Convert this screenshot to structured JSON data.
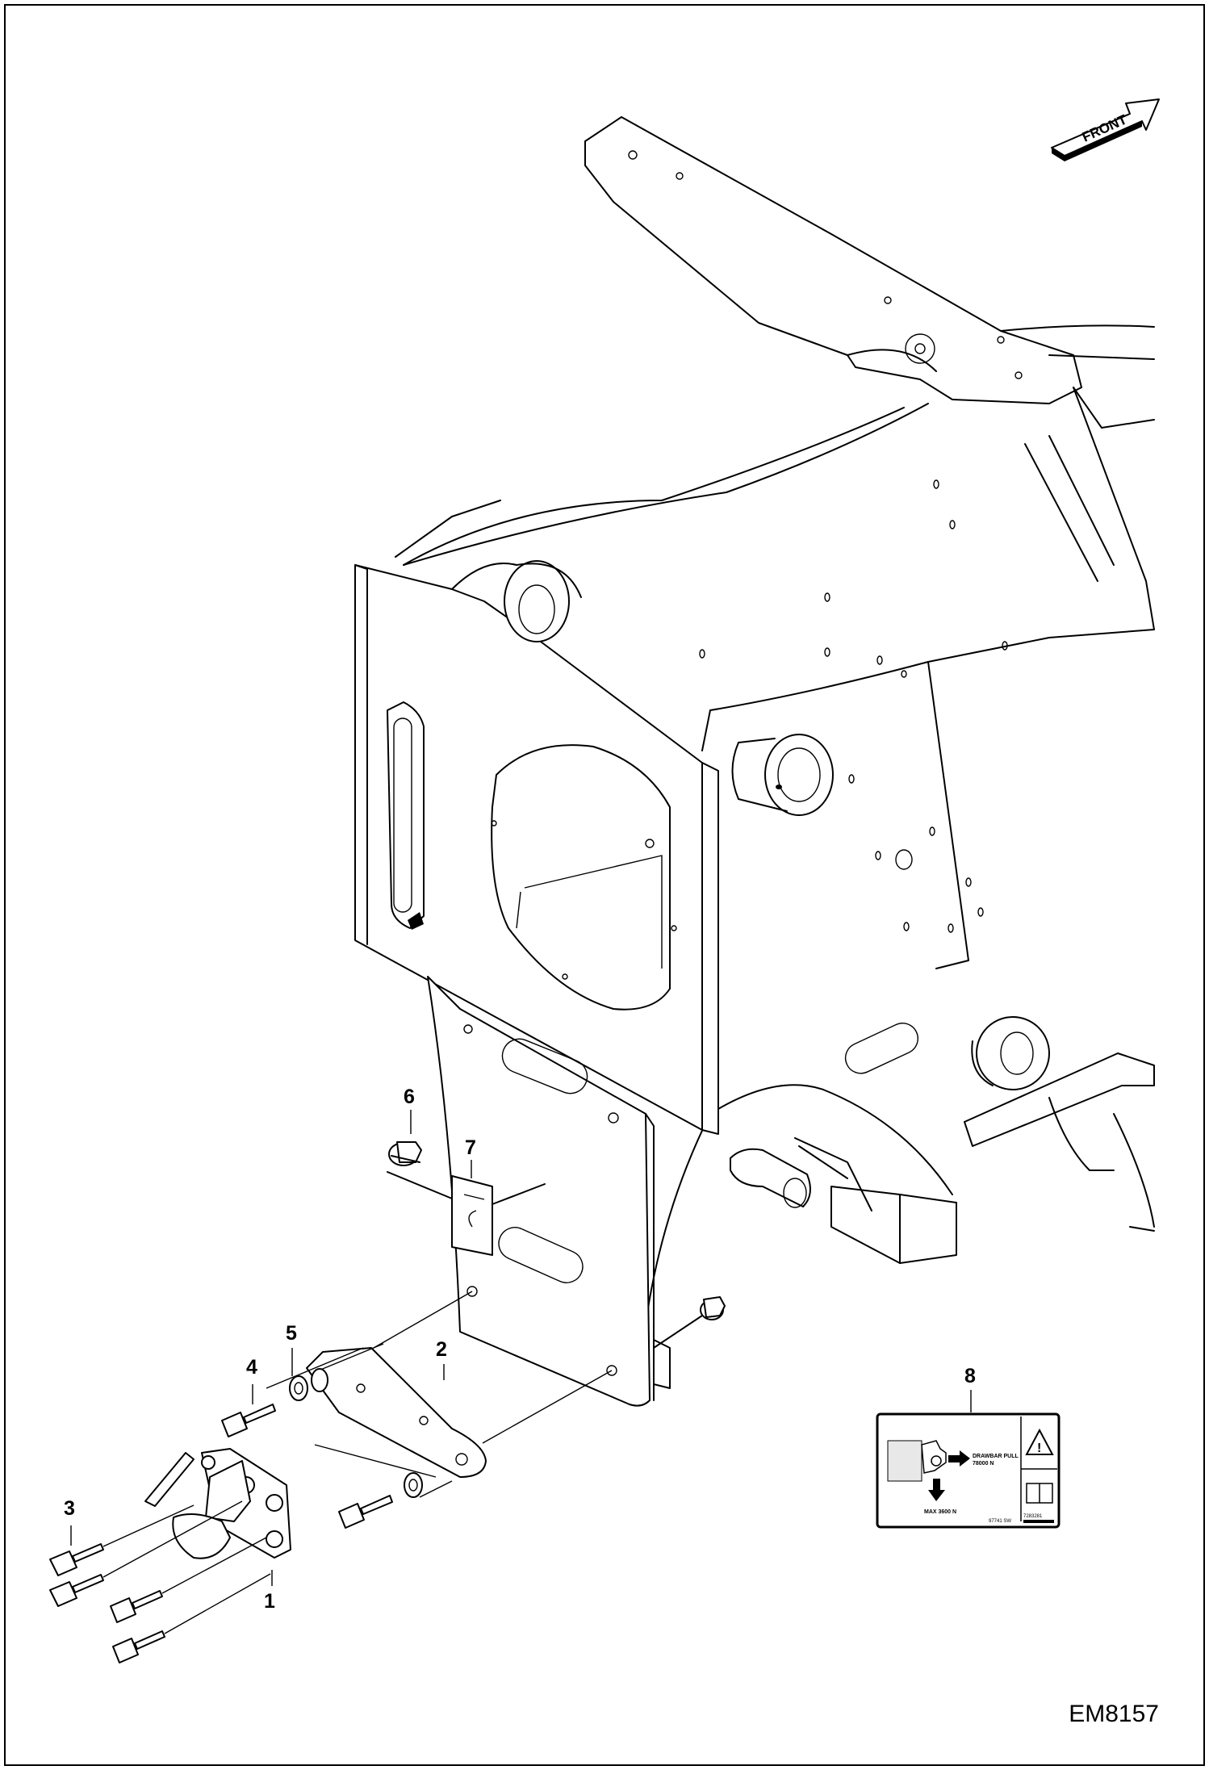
{
  "drawing_id": "EM8157",
  "front_arrow_label": "FRONT",
  "callouts": [
    "1",
    "2",
    "3",
    "4",
    "5",
    "6",
    "7",
    "8"
  ],
  "decal": {
    "drawbar_pull_line1": "DRAWBAR PULL",
    "drawbar_pull_line2": "78000 N",
    "max_load": "MAX 3600 N",
    "code_left": "97741 SW",
    "code_right": "7283281"
  }
}
